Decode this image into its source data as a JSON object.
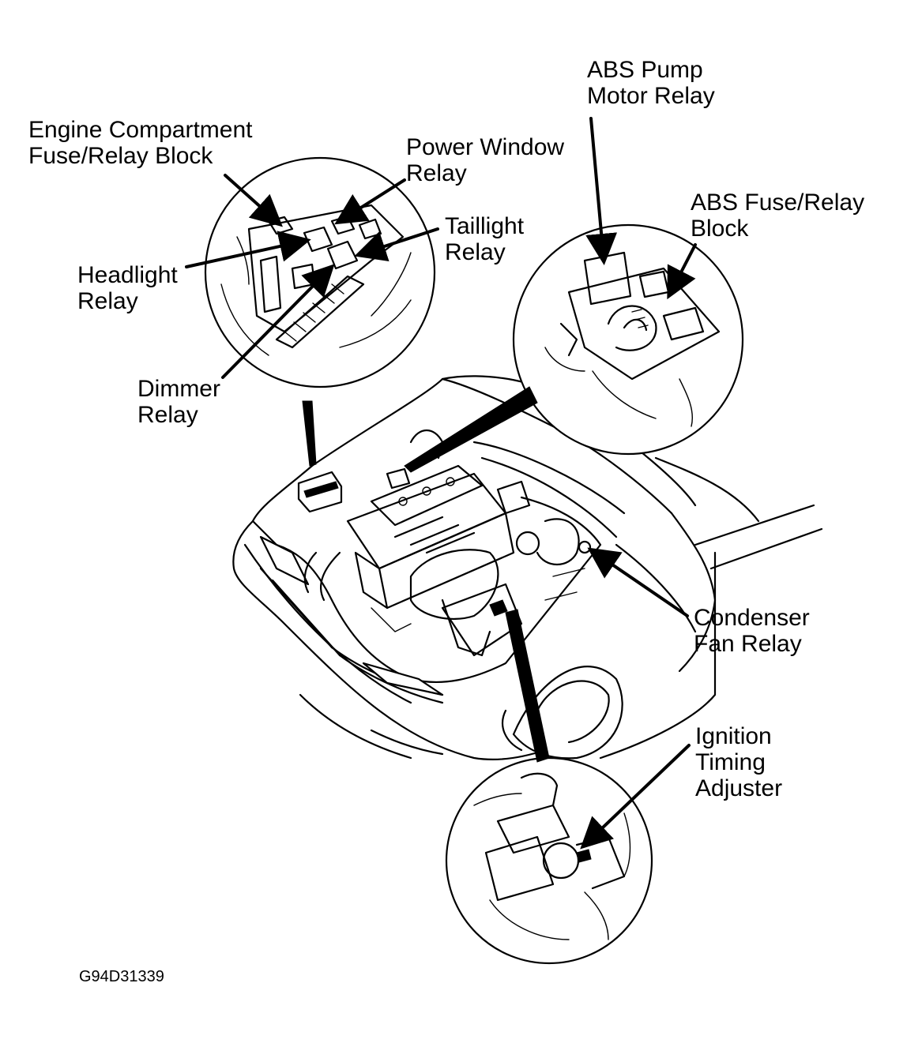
{
  "figure_code": "G94D31339",
  "labels": {
    "engine_fuse_block": [
      "Engine Compartment",
      "Fuse/Relay Block"
    ],
    "power_window_relay": [
      "Power Window",
      "Relay"
    ],
    "abs_pump_motor_relay": [
      "ABS Pump",
      "Motor Relay"
    ],
    "abs_fuse_relay_block": [
      "ABS Fuse/Relay",
      "Block"
    ],
    "taillight_relay": [
      "Taillight",
      "Relay"
    ],
    "headlight_relay": [
      "Headlight",
      "Relay"
    ],
    "dimmer_relay": [
      "Dimmer",
      "Relay"
    ],
    "condenser_fan_relay": [
      "Condenser",
      "Fan Relay"
    ],
    "ignition_timing_adjuster": [
      "Ignition",
      "Timing",
      "Adjuster"
    ]
  }
}
